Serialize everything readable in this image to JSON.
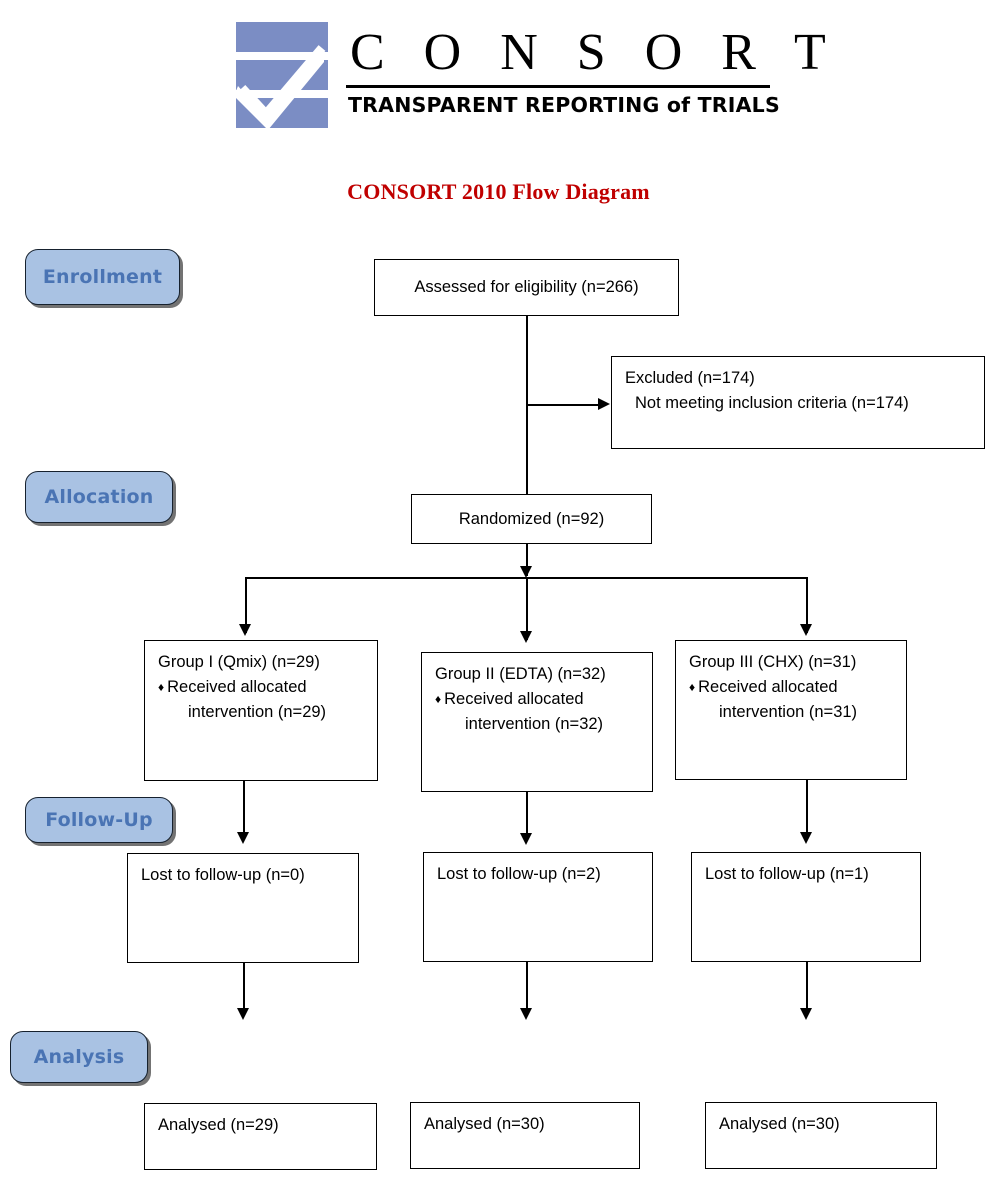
{
  "logo": {
    "wordmark": "C O N S O R T",
    "tagline_upper_1": "TRANSPARENT REPORTING ",
    "tagline_lower": "of",
    "tagline_upper_2": " TRIALS",
    "mark_color": "#7b8dc4",
    "check_color": "#ffffff"
  },
  "title": "CONSORT 2010 Flow Diagram",
  "title_color": "#c00000",
  "stage_pill_fill": "#a9c2e3",
  "stage_pill_text_color": "#4a74b4",
  "stages": [
    {
      "label": "Enrollment"
    },
    {
      "label": "Allocation"
    },
    {
      "label": "Follow-Up"
    },
    {
      "label": "Analysis"
    }
  ],
  "enrollment": {
    "assessed": "Assessed for eligibility (n=266)",
    "excluded_title": "Excluded (n=174)",
    "excluded_reason": "Not meeting inclusion criteria (n=174)",
    "randomized": "Randomized (n=92)"
  },
  "allocation": {
    "bullet_glyph": "♦",
    "groups": [
      {
        "heading": "Group I (Qmix) (n=29)",
        "bullet_line_1": "Received allocated",
        "bullet_line_2": "intervention (n=29)"
      },
      {
        "heading": "Group II (EDTA) (n=32)",
        "bullet_line_1": "Received allocated",
        "bullet_line_2": "intervention (n=32)"
      },
      {
        "heading": "Group III (CHX) (n=31)",
        "bullet_line_1": "Received allocated",
        "bullet_line_2": "intervention (n=31)"
      }
    ]
  },
  "followup": {
    "boxes": [
      {
        "text": "Lost to follow-up (n=0)"
      },
      {
        "text": "Lost to follow-up (n=2)"
      },
      {
        "text": "Lost to follow-up (n=1)"
      }
    ]
  },
  "analysis": {
    "boxes": [
      {
        "text": "Analysed (n=29)"
      },
      {
        "text": "Analysed (n=30)"
      },
      {
        "text": "Analysed (n=30)"
      }
    ]
  }
}
